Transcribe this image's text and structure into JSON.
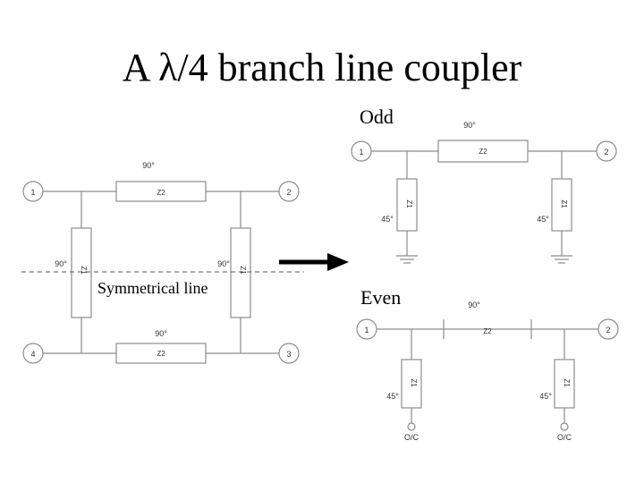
{
  "title": "A λ/4 branch line coupler",
  "labels": {
    "odd": "Odd",
    "even": "Even",
    "symmetrical_line": "Symmetrical line"
  },
  "main_circuit": {
    "ports": [
      "1",
      "2",
      "3",
      "4"
    ],
    "top_arm": {
      "angle": "90°",
      "impedance": "Z2"
    },
    "bottom_arm": {
      "angle": "90°",
      "impedance": "Z2"
    },
    "left_arm": {
      "angle": "90°",
      "impedance": "Z1"
    },
    "right_arm": {
      "angle": "90°",
      "impedance": "Z1"
    }
  },
  "odd_circuit": {
    "ports": [
      "1",
      "2"
    ],
    "series": {
      "angle": "90°",
      "impedance": "Z2"
    },
    "stub_left": {
      "angle": "45°",
      "impedance": "Z1"
    },
    "stub_right": {
      "angle": "45°",
      "impedance": "Z1"
    },
    "termination": "ground"
  },
  "even_circuit": {
    "ports": [
      "1",
      "2"
    ],
    "series": {
      "angle": "90°",
      "impedance": "Z2"
    },
    "stub_left": {
      "angle": "45°",
      "impedance": "Z1",
      "termination": "O/C"
    },
    "stub_right": {
      "angle": "45°",
      "impedance": "Z1",
      "termination": "O/C"
    }
  },
  "colors": {
    "line": "#8c8c8c",
    "arrow": "#000000",
    "text": "#000000",
    "dashed": "#555555"
  }
}
